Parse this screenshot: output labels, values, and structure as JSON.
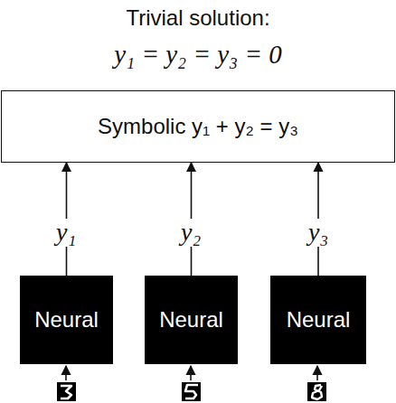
{
  "diagram": {
    "title": "Trivial solution:",
    "nodes": [
      {
        "text": [
          "Symbolic y₁ + y₂ = y₃"
        ]
      },
      {
        "text": [
          "Neural"
        ]
      },
      {
        "text": [
          "Neural"
        ]
      },
      {
        "text": [
          "Neural"
        ]
      }
    ],
    "edges": [
      {
        "from": 1,
        "to": 0,
        "label": "y₁",
        "arrow": "to"
      },
      {
        "from": 2,
        "to": 0,
        "label": "y₂",
        "arrow": "to"
      },
      {
        "from": 3,
        "to": 0,
        "label": "y₃",
        "arrow": "to"
      }
    ],
    "labels": [
      "y₁ = y₂ = y₃ = 0"
    ]
  }
}
